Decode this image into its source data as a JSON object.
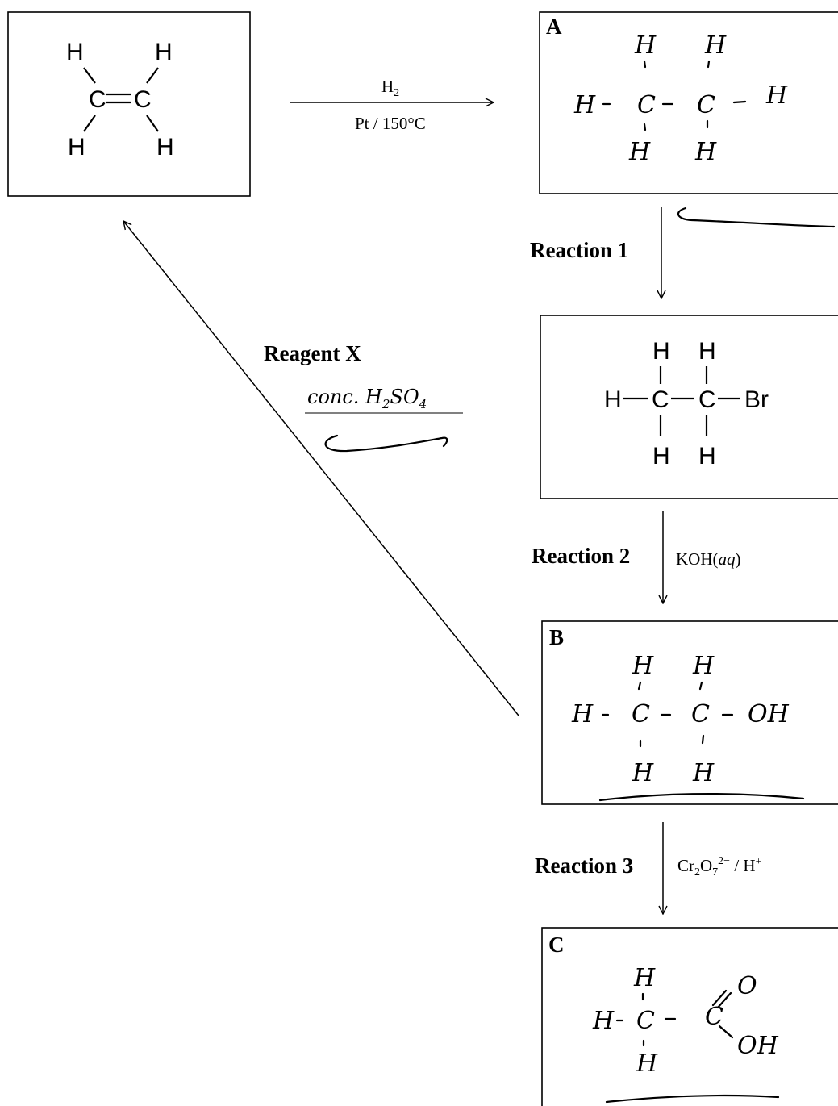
{
  "ethene": {
    "h_tl": "H",
    "h_tr": "H",
    "h_bl": "H",
    "h_br": "H",
    "c1": "C",
    "c2": "C"
  },
  "step_hydrogenation": {
    "reagent": "H",
    "reagent_sub": "2",
    "conditions": "Pt / 150°C"
  },
  "box_a": {
    "label": "A",
    "atoms": [
      "H",
      "H",
      "H",
      "H",
      "H",
      "H",
      "C",
      "C"
    ]
  },
  "reaction1": {
    "label": "Reaction 1"
  },
  "bromoethane": {
    "atoms": [
      "H",
      "H",
      "H",
      "C",
      "C",
      "Br",
      "H",
      "H"
    ]
  },
  "reaction2": {
    "label": "Reaction 2",
    "reagent": "KOH(",
    "reagent_italic": "aq",
    "reagent_end": ")"
  },
  "box_b": {
    "label": "B",
    "atoms": [
      "H",
      "H",
      "H",
      "C",
      "C",
      "OH",
      "H",
      "H"
    ]
  },
  "reaction3": {
    "label": "Reaction 3",
    "reagent_cr": "Cr",
    "reagent_sub1": "2",
    "reagent_o": "O",
    "reagent_sub2": "7",
    "reagent_sup": "2−",
    "reagent_end": " / H",
    "reagent_sup2": "+"
  },
  "box_c": {
    "label": "C",
    "atoms": [
      "H",
      "H",
      "C",
      "H",
      "C",
      "O",
      "OH"
    ]
  },
  "reagent_x": {
    "label": "Reagent X",
    "answer": "conc. H",
    "answer_sub": "2",
    "answer_end": "SO",
    "answer_sub2": "4"
  }
}
